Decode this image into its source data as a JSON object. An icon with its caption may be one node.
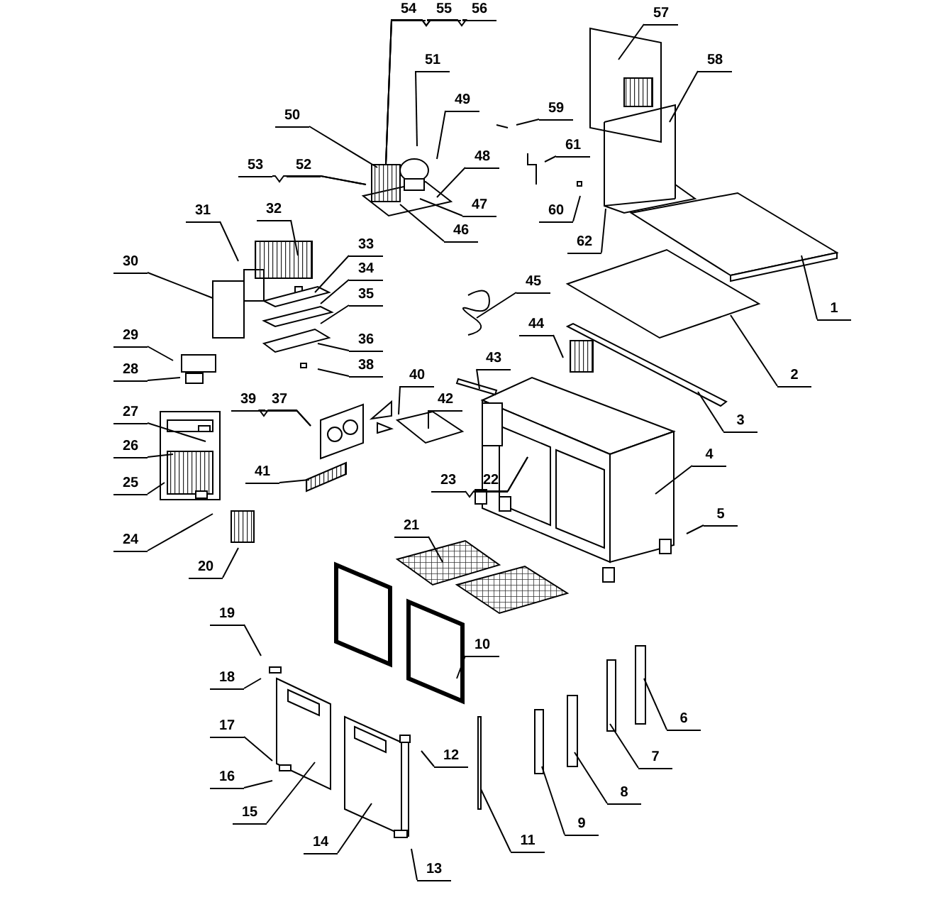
{
  "diagram": {
    "nodes": [
      {
        "text": [
          "1"
        ]
      },
      {
        "text": [
          "2"
        ]
      },
      {
        "text": [
          "3"
        ]
      },
      {
        "text": [
          "4"
        ]
      },
      {
        "text": [
          "5"
        ]
      },
      {
        "text": [
          "6"
        ]
      },
      {
        "text": [
          "7"
        ]
      },
      {
        "text": [
          "8"
        ]
      },
      {
        "text": [
          "9"
        ]
      },
      {
        "text": [
          "10"
        ]
      },
      {
        "text": [
          "11"
        ]
      },
      {
        "text": [
          "12"
        ]
      },
      {
        "text": [
          "13"
        ]
      },
      {
        "text": [
          "14"
        ]
      },
      {
        "text": [
          "15"
        ]
      },
      {
        "text": [
          "16"
        ]
      },
      {
        "text": [
          "17"
        ]
      },
      {
        "text": [
          "18"
        ]
      },
      {
        "text": [
          "19"
        ]
      },
      {
        "text": [
          "20"
        ]
      },
      {
        "text": [
          "21"
        ]
      },
      {
        "text": [
          "22"
        ]
      },
      {
        "text": [
          "23"
        ]
      },
      {
        "text": [
          "24"
        ]
      },
      {
        "text": [
          "25"
        ]
      },
      {
        "text": [
          "26"
        ]
      },
      {
        "text": [
          "27"
        ]
      },
      {
        "text": [
          "28"
        ]
      },
      {
        "text": [
          "29"
        ]
      },
      {
        "text": [
          "30"
        ]
      },
      {
        "text": [
          "31"
        ]
      },
      {
        "text": [
          "32"
        ]
      },
      {
        "text": [
          "33"
        ]
      },
      {
        "text": [
          "34"
        ]
      },
      {
        "text": [
          "35"
        ]
      },
      {
        "text": [
          "36"
        ]
      },
      {
        "text": [
          "37"
        ]
      },
      {
        "text": [
          "38"
        ]
      },
      {
        "text": [
          "39"
        ]
      },
      {
        "text": [
          "40"
        ]
      },
      {
        "text": [
          "41"
        ]
      },
      {
        "text": [
          "42"
        ]
      },
      {
        "text": [
          "43"
        ]
      },
      {
        "text": [
          "44"
        ]
      },
      {
        "text": [
          "45"
        ]
      },
      {
        "text": [
          "46"
        ]
      },
      {
        "text": [
          "47"
        ]
      },
      {
        "text": [
          "48"
        ]
      },
      {
        "text": [
          "49"
        ]
      },
      {
        "text": [
          "50"
        ]
      },
      {
        "text": [
          "51"
        ]
      },
      {
        "text": [
          "52"
        ]
      },
      {
        "text": [
          "53"
        ]
      },
      {
        "text": [
          "54"
        ]
      },
      {
        "text": [
          "55"
        ]
      },
      {
        "text": [
          "56"
        ]
      },
      {
        "text": [
          "57"
        ]
      },
      {
        "text": [
          "58"
        ]
      },
      {
        "text": [
          "59"
        ]
      },
      {
        "text": [
          "60"
        ]
      },
      {
        "text": [
          "61"
        ]
      },
      {
        "text": [
          "62"
        ]
      }
    ],
    "edges": [
      {
        "from": 0,
        "to": null,
        "arrow": "none"
      },
      {
        "from": 1,
        "to": null,
        "arrow": "none"
      },
      {
        "from": 2,
        "to": null,
        "arrow": "none"
      },
      {
        "from": 3,
        "to": null,
        "arrow": "none"
      },
      {
        "from": 4,
        "to": null,
        "arrow": "none"
      },
      {
        "from": 5,
        "to": null,
        "arrow": "none"
      },
      {
        "from": 6,
        "to": null,
        "arrow": "none"
      },
      {
        "from": 7,
        "to": null,
        "arrow": "none"
      },
      {
        "from": 8,
        "to": null,
        "arrow": "none"
      },
      {
        "from": 9,
        "to": null,
        "arrow": "none"
      },
      {
        "from": 10,
        "to": null,
        "arrow": "none"
      },
      {
        "from": 11,
        "to": null,
        "arrow": "none"
      },
      {
        "from": 12,
        "to": null,
        "arrow": "none"
      },
      {
        "from": 13,
        "to": null,
        "arrow": "none"
      },
      {
        "from": 14,
        "to": null,
        "arrow": "none"
      },
      {
        "from": 15,
        "to": null,
        "arrow": "none"
      },
      {
        "from": 16,
        "to": null,
        "arrow": "none"
      },
      {
        "from": 17,
        "to": null,
        "arrow": "none"
      },
      {
        "from": 18,
        "to": null,
        "arrow": "none"
      },
      {
        "from": 19,
        "to": null,
        "arrow": "none"
      },
      {
        "from": 20,
        "to": null,
        "arrow": "none"
      },
      {
        "from": 21,
        "to": null,
        "arrow": "none"
      },
      {
        "from": 22,
        "to": null,
        "arrow": "none"
      },
      {
        "from": 23,
        "to": null,
        "arrow": "none"
      },
      {
        "from": 24,
        "to": null,
        "arrow": "none"
      },
      {
        "from": 25,
        "to": null,
        "arrow": "none"
      },
      {
        "from": 26,
        "to": null,
        "arrow": "none"
      },
      {
        "from": 27,
        "to": null,
        "arrow": "none"
      },
      {
        "from": 28,
        "to": null,
        "arrow": "none"
      },
      {
        "from": 29,
        "to": null,
        "arrow": "none"
      },
      {
        "from": 30,
        "to": null,
        "arrow": "none"
      },
      {
        "from": 31,
        "to": null,
        "arrow": "none"
      },
      {
        "from": 32,
        "to": null,
        "arrow": "none"
      },
      {
        "from": 33,
        "to": null,
        "arrow": "none"
      },
      {
        "from": 34,
        "to": null,
        "arrow": "none"
      },
      {
        "from": 35,
        "to": null,
        "arrow": "none"
      },
      {
        "from": 36,
        "to": null,
        "arrow": "none"
      },
      {
        "from": 37,
        "to": null,
        "arrow": "none"
      },
      {
        "from": 38,
        "to": null,
        "arrow": "none"
      },
      {
        "from": 39,
        "to": null,
        "arrow": "none"
      },
      {
        "from": 40,
        "to": null,
        "arrow": "none"
      },
      {
        "from": 41,
        "to": null,
        "arrow": "none"
      },
      {
        "from": 42,
        "to": null,
        "arrow": "none"
      },
      {
        "from": 43,
        "to": null,
        "arrow": "none"
      },
      {
        "from": 44,
        "to": null,
        "arrow": "none"
      },
      {
        "from": 45,
        "to": null,
        "arrow": "none"
      },
      {
        "from": 46,
        "to": null,
        "arrow": "none"
      },
      {
        "from": 47,
        "to": null,
        "arrow": "none"
      },
      {
        "from": 48,
        "to": null,
        "arrow": "none"
      },
      {
        "from": 49,
        "to": null,
        "arrow": "none"
      },
      {
        "from": 50,
        "to": null,
        "arrow": "none"
      },
      {
        "from": 51,
        "to": null,
        "arrow": "none"
      },
      {
        "from": 52,
        "to": null,
        "arrow": "none"
      },
      {
        "from": 53,
        "to": null,
        "arrow": "none"
      },
      {
        "from": 54,
        "to": null,
        "arrow": "none"
      },
      {
        "from": 55,
        "to": null,
        "arrow": "none"
      },
      {
        "from": 56,
        "to": null,
        "arrow": "none"
      },
      {
        "from": 57,
        "to": null,
        "arrow": "none"
      },
      {
        "from": 58,
        "to": null,
        "arrow": "none"
      },
      {
        "from": 59,
        "to": null,
        "arrow": "none"
      },
      {
        "from": 60,
        "to": null,
        "arrow": "none"
      },
      {
        "from": 61,
        "to": null,
        "arrow": "none"
      }
    ]
  }
}
